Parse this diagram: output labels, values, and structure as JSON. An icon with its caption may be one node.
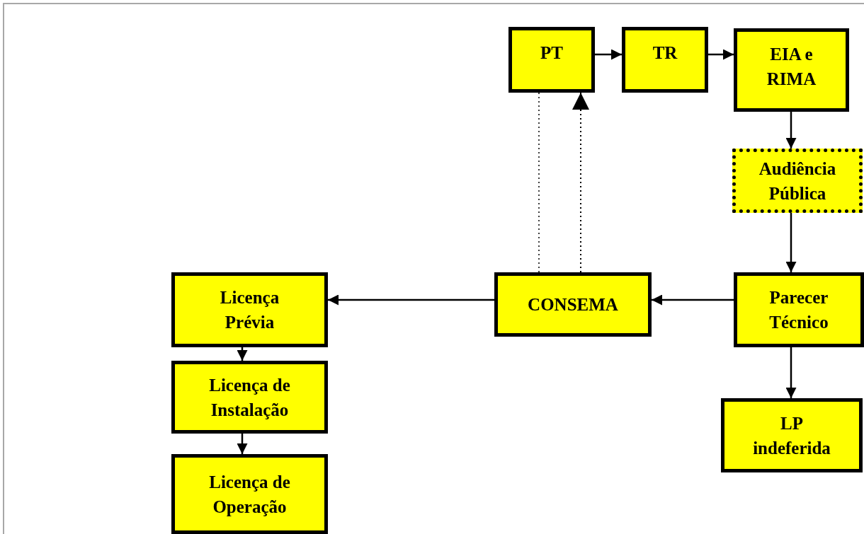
{
  "diagram": {
    "nodes": [
      {
        "text": [
          "PT"
        ]
      },
      {
        "text": [
          "TR"
        ]
      },
      {
        "text": [
          "EIA e RIMA"
        ]
      },
      {
        "text": [
          "Audiência Pública"
        ]
      },
      {
        "text": [
          "Parecer Técnico"
        ]
      },
      {
        "text": [
          "CONSEMA"
        ]
      },
      {
        "text": [
          "Licença Prévia"
        ]
      },
      {
        "text": [
          "Licença de Instalação"
        ]
      },
      {
        "text": [
          "Licença de Operação"
        ]
      },
      {
        "text": [
          "LP indeferida"
        ]
      }
    ],
    "edges": [
      {
        "from": 0,
        "to": 1,
        "arrow": "to"
      },
      {
        "from": 1,
        "to": 2,
        "arrow": "to"
      },
      {
        "from": 2,
        "to": 3,
        "arrow": "to"
      },
      {
        "from": 3,
        "to": 4,
        "arrow": "to"
      },
      {
        "from": 4,
        "to": 5,
        "arrow": "to"
      },
      {
        "from": 5,
        "to": 6,
        "arrow": "to"
      },
      {
        "from": 6,
        "to": 7,
        "arrow": "to"
      },
      {
        "from": 7,
        "to": 8,
        "arrow": "to"
      },
      {
        "from": 4,
        "to": 9,
        "arrow": "to"
      },
      {
        "from": 5,
        "to": 0,
        "arrow": "to",
        "style": "dashed"
      },
      {
        "from": 0,
        "to": 5,
        "arrow": "none",
        "style": "dashed"
      }
    ]
  }
}
